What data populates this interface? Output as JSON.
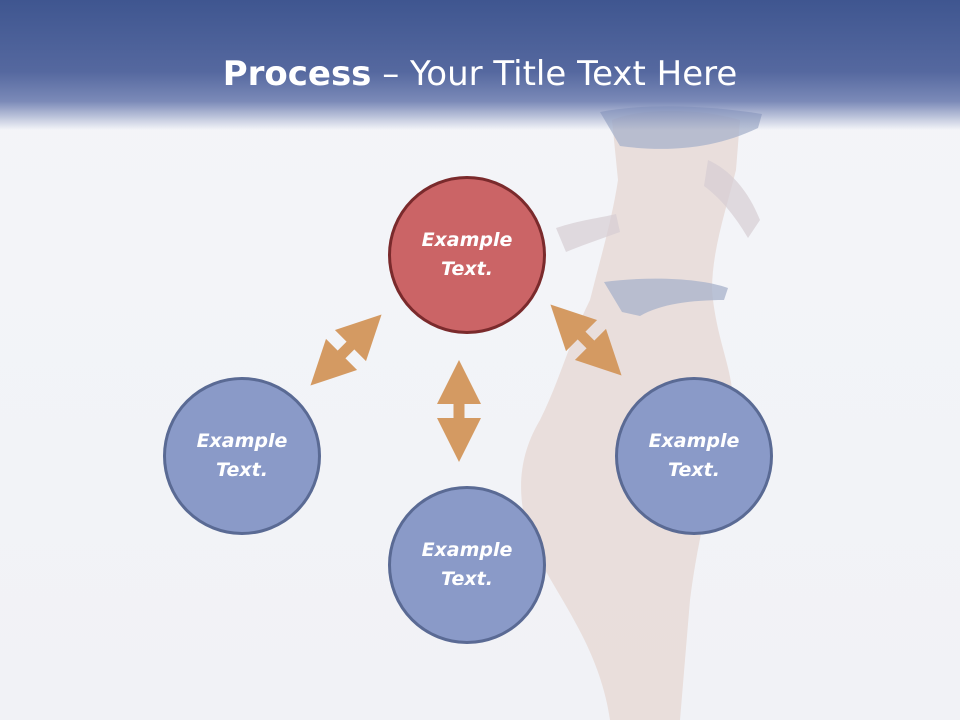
{
  "slide": {
    "title_bold": "Process",
    "title_rest": " – Your Title Text Here"
  },
  "diagram": {
    "top_node": "Example Text.",
    "left_node": "Example Text.",
    "bottom_node": "Example Text.",
    "right_node": "Example Text."
  },
  "colors": {
    "header": "#4a5f98",
    "node_blue": "#8a9ac8",
    "node_red": "#cb6466",
    "arrow": "#d49a62"
  }
}
